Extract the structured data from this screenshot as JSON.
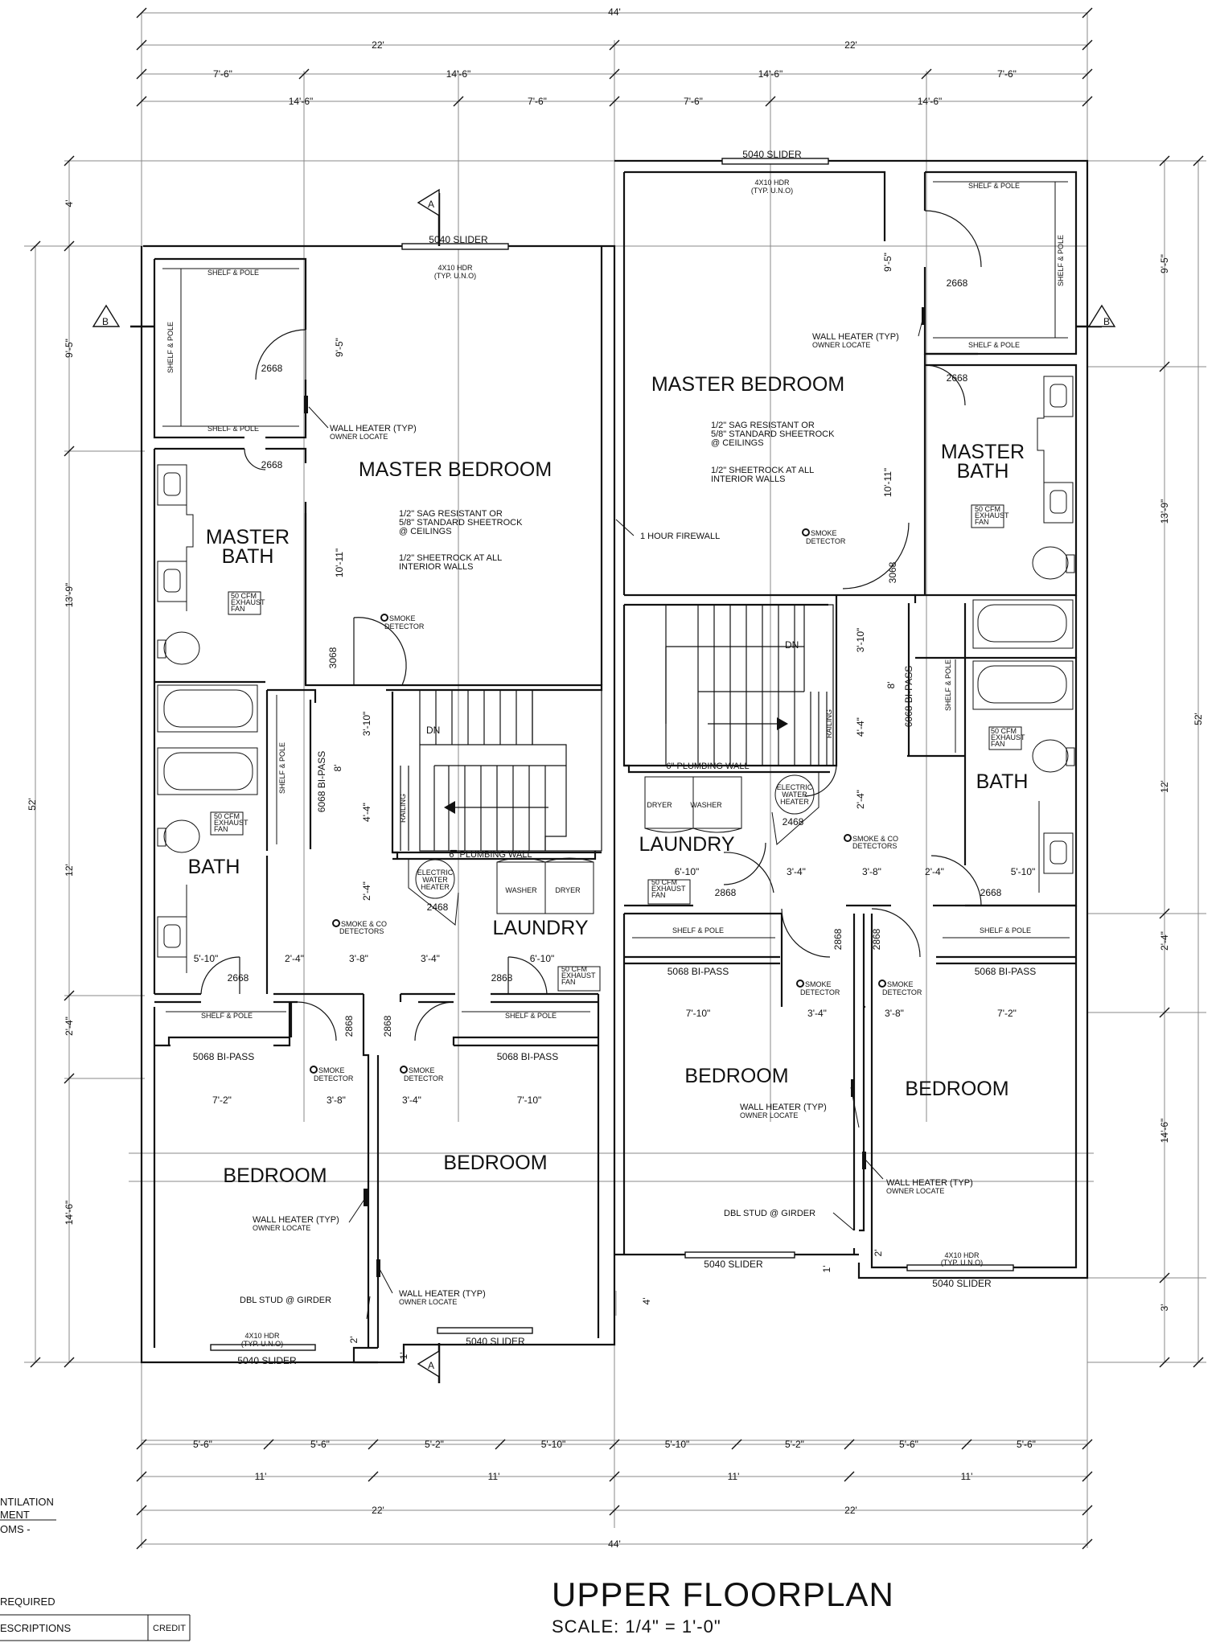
{
  "title": "UPPER FLOORPLAN",
  "scale": "SCALE: 1/4\" = 1'-0\"",
  "legend": {
    "ventilation": "NTILATION",
    "requirement": "MENT",
    "rooms": "OMS -",
    "required": "REQUIRED",
    "descriptions": "ESCRIPTIONS",
    "credit": "CREDIT"
  },
  "rooms": {
    "l_master_bedroom": "MASTER BEDROOM",
    "l_master_bath": [
      "MASTER",
      "BATH"
    ],
    "l_bath": "BATH",
    "l_laundry": "LAUNDRY",
    "l_bedroom_1": "BEDROOM",
    "l_bedroom_2": "BEDROOM",
    "r_master_bedroom": "MASTER BEDROOM",
    "r_master_bath": [
      "MASTER",
      "BATH"
    ],
    "r_bath": "BATH",
    "r_laundry": "LAUNDRY",
    "r_bedroom_1": "BEDROOM",
    "r_bedroom_2": "BEDROOM"
  },
  "notes": {
    "sheetrock_ceiling": [
      "1/2\" SAG RESISTANT OR",
      "5/8\" STANDARD SHEETROCK",
      "@ CEILINGS"
    ],
    "sheetrock_walls": [
      "1/2\" SHEETROCK AT ALL",
      "INTERIOR WALLS"
    ],
    "firewall": "1 HOUR FIREWALL",
    "wall_heater": "WALL HEATER (TYP)",
    "owner_locate": "OWNER LOCATE",
    "smoke": [
      "SMOKE",
      "DETECTOR"
    ],
    "smoke_co": [
      "SMOKE & CO",
      "DETECTORS"
    ],
    "exhaust": [
      "50 CFM",
      "EXHAUST",
      "FAN"
    ],
    "heater": [
      "ELECTRIC",
      "WATER",
      "HEATER"
    ],
    "hdr": [
      "4X10 HDR",
      "(TYP. U.N.O)"
    ],
    "hdr_alt": [
      "4X10 HDR",
      "(TYP. U.N.O)"
    ],
    "slider": "5040 SLIDER",
    "shelf_pole": "SHELF & POLE",
    "bipass_5068": "5068 BI-PASS",
    "bipass_6068": "6068 BI-PASS",
    "dbl_stud": "DBL STUD @ GIRDER",
    "plumbing_wall": "6\" PLUMBING WALL",
    "dn": "DN",
    "railing": "RAILING",
    "washer": "WASHER",
    "dryer": "DRYER",
    "door_2668": "2668",
    "door_3068": "3068",
    "door_2868": "2868",
    "door_2468": "2468",
    "section_a": "A",
    "section_b": "B"
  },
  "dims": {
    "total": "44'",
    "half": "22'",
    "d_7_6": "7'-6\"",
    "d_14_6": "14'-6\"",
    "d_5_6": "5'-6\"",
    "d_5_2": "5'-2\"",
    "d_5_10": "5'-10\"",
    "d_11": "11'",
    "d_4": "4'",
    "d_9_5": "9'-5\"",
    "d_13_9": "13'-9\"",
    "d_12": "12'",
    "d_2_4": "2'-4\"",
    "d_14_6v": "14'-6\"",
    "d_3": "3'",
    "d_52": "52'",
    "d_10_11": "10'-11\"",
    "d_3_10": "3'-10\"",
    "d_4_4": "4'-4\"",
    "d_8": "8'",
    "d_2": "2'",
    "d_1": "1'",
    "d_7_2": "7'-2\"",
    "d_3_8": "3'-8\"",
    "d_3_4": "3'-4\"",
    "d_7_10": "7'-10\"",
    "d_6_10": "6'-10\""
  }
}
